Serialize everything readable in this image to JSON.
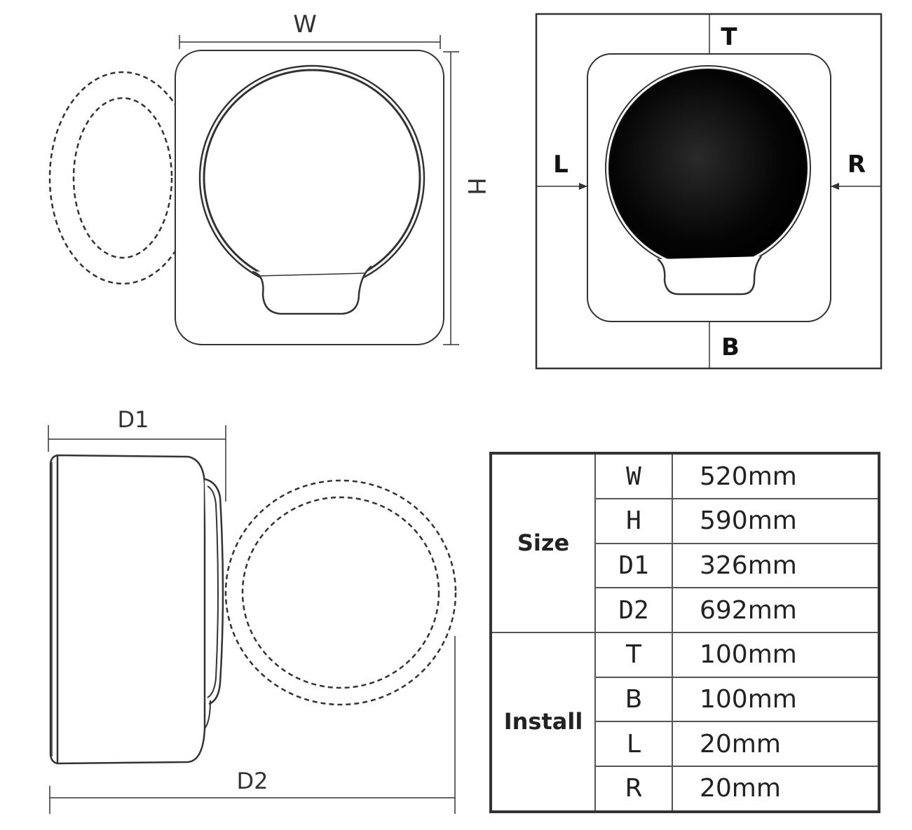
{
  "front_view": {
    "width_label": "W",
    "height_label": "H"
  },
  "clearance_view": {
    "top_label": "T",
    "bottom_label": "B",
    "left_label": "L",
    "right_label": "R"
  },
  "side_view": {
    "depth1_label": "D1",
    "depth2_label": "D2"
  },
  "spec_table": {
    "groups": [
      {
        "name": "Size",
        "rows": [
          {
            "key": "W",
            "value": "520mm"
          },
          {
            "key": "H",
            "value": "590mm"
          },
          {
            "key": "D1",
            "value": "326mm"
          },
          {
            "key": "D2",
            "value": "692mm"
          }
        ]
      },
      {
        "name": "Install",
        "rows": [
          {
            "key": "T",
            "value": "100mm"
          },
          {
            "key": "B",
            "value": "100mm"
          },
          {
            "key": "L",
            "value": "20mm"
          },
          {
            "key": "R",
            "value": "20mm"
          }
        ]
      }
    ]
  }
}
